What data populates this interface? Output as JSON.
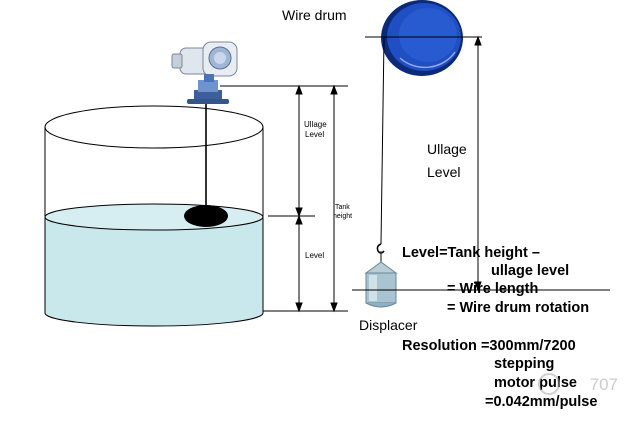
{
  "labels": {
    "wire_drum": "Wire drum",
    "ullage_small_1": "Ullage",
    "ullage_small_2": "Level",
    "tank_small_1": "Tank",
    "tank_small_2": "height",
    "level_small": "Level",
    "ullage_big_1": "Ullage",
    "ullage_big_2": "Level",
    "displacer": "Displacer"
  },
  "formula": {
    "line1": "Level=Tank height –",
    "line2": "ullage level",
    "line3": "= Wire length",
    "line4": "= Wire drum rotation"
  },
  "resolution": {
    "line1": "Resolution =300mm/7200",
    "line2": "stepping",
    "line3": "motor pulse",
    "line4": "=0.042mm/pulse"
  },
  "watermark": {
    "text": "707"
  },
  "colors": {
    "liquid": "#c9e8ec",
    "drum": "#1f4fc2",
    "drum_dark": "#0c2a7a",
    "float": "#000000",
    "transmitter": "#4a74b8"
  }
}
